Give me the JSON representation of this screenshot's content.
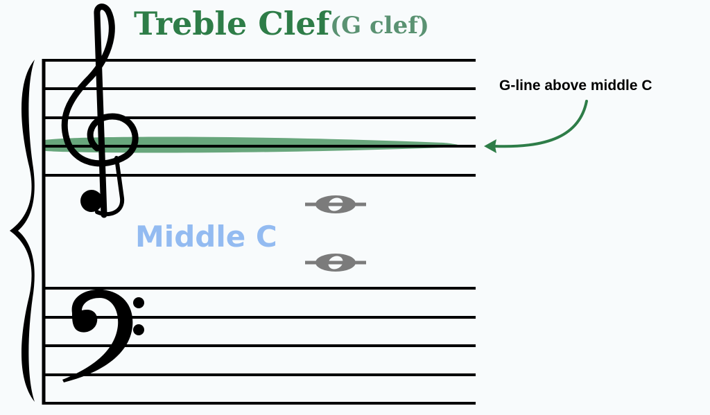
{
  "title": {
    "main": "Treble Clef",
    "sub": "(G clef)"
  },
  "annotation": {
    "text": "G-line above middle C"
  },
  "middle_c_label": {
    "text": "Middle C"
  },
  "colors": {
    "title_green": "#2e7d48",
    "subtitle_green": "#5a9272",
    "highlight_green": "#4f9665",
    "arrow_green": "#2e7d48",
    "middle_c_blue": "#93bbf1",
    "note_gray": "#7b7b7b",
    "staff_black": "#000000",
    "background": "#f8fbfc"
  },
  "icons": {
    "treble_clef": "treble-clef-icon",
    "bass_clef": "bass-clef-icon",
    "brace": "brace-icon",
    "whole_note": "whole-note-with-ledger-line-icon",
    "arrow": "curved-arrow-icon"
  }
}
